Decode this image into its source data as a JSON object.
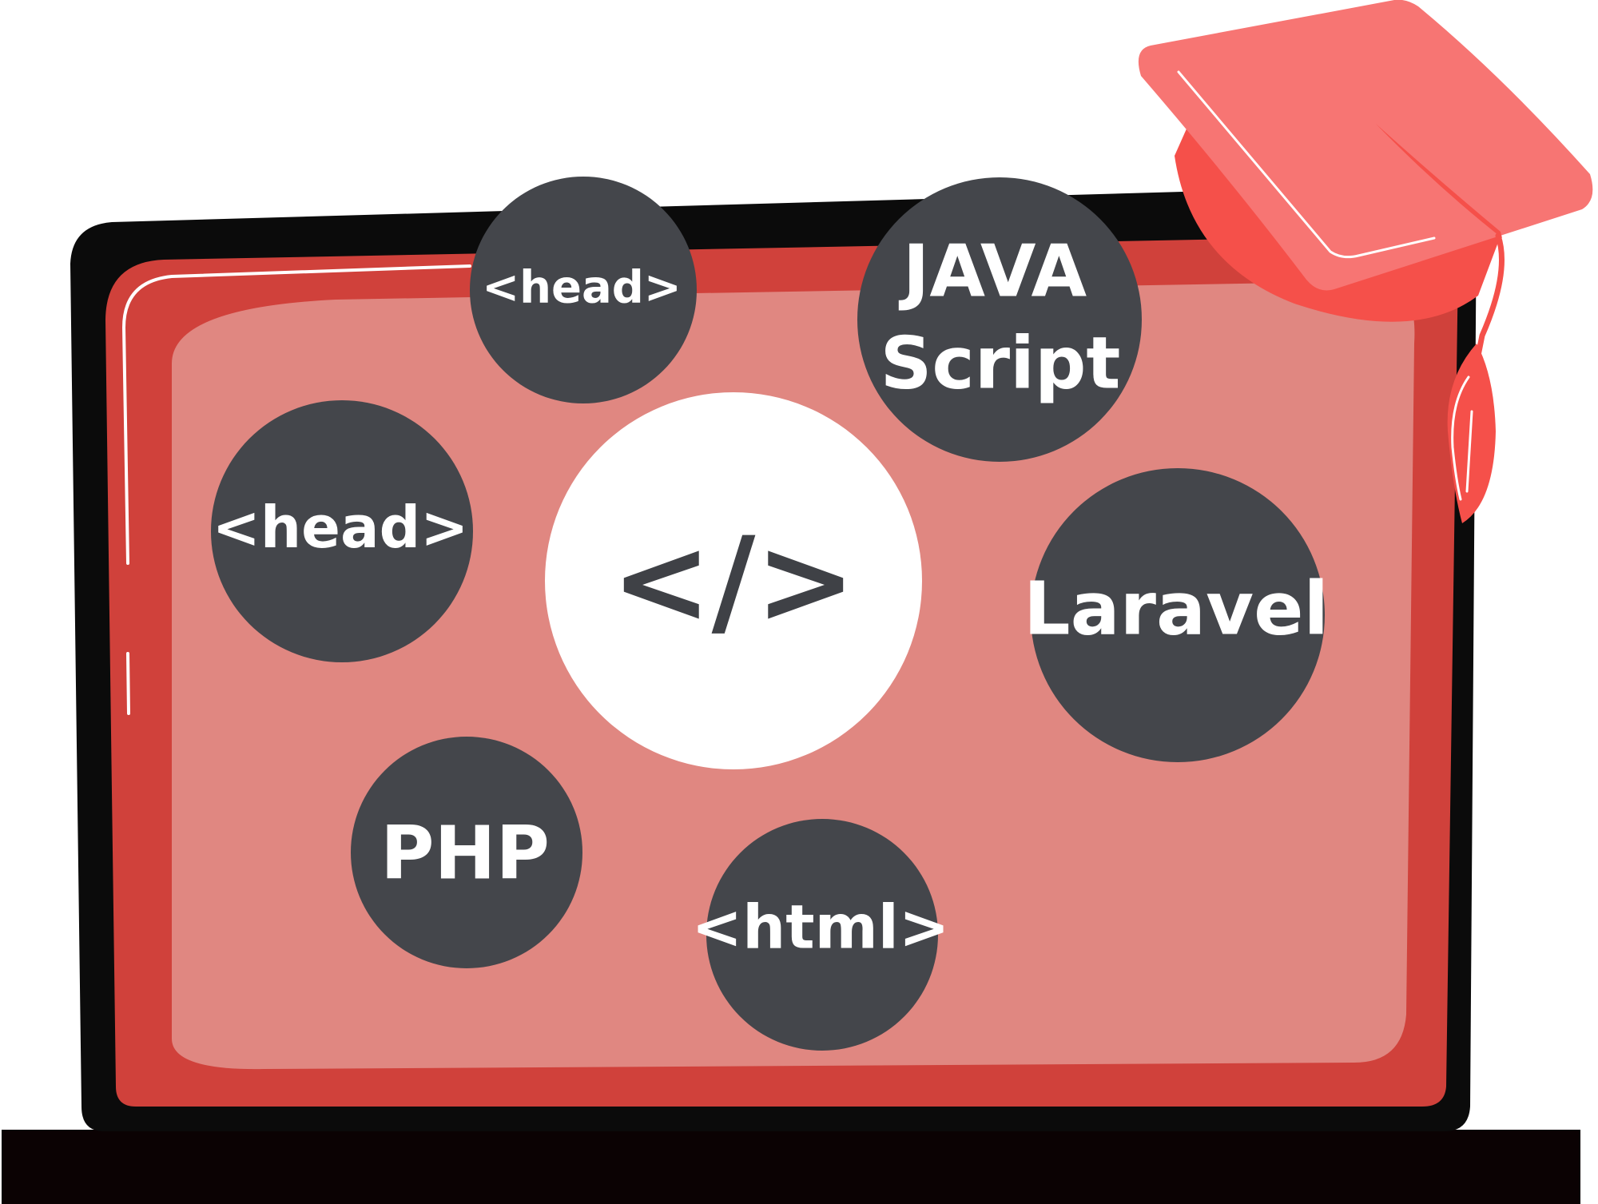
{
  "bubbles": [
    {
      "id": "head-top",
      "label": "<head>"
    },
    {
      "id": "head-left",
      "label": "<head>"
    },
    {
      "id": "javascript",
      "lines": [
        "JAVA",
        "Script"
      ]
    },
    {
      "id": "laravel",
      "label": "Laravel"
    },
    {
      "id": "php",
      "label": "PHP"
    },
    {
      "id": "html",
      "label": "<html>"
    }
  ],
  "center_symbol": "</>",
  "icons": [
    "laptop-icon",
    "graduation-cap-icon",
    "code-icon"
  ],
  "colors": {
    "laptop_frame": "#0b0b0b",
    "screen_border": "#d0413b",
    "screen_fill": "#e08781",
    "bubble": "#44464b",
    "bubble_text": "#ffffff",
    "center_circle": "#ffffff",
    "center_symbol": "#3f4146",
    "cap_top": "#f77573",
    "cap_body": "#f5504a",
    "base": "#0b0203"
  }
}
